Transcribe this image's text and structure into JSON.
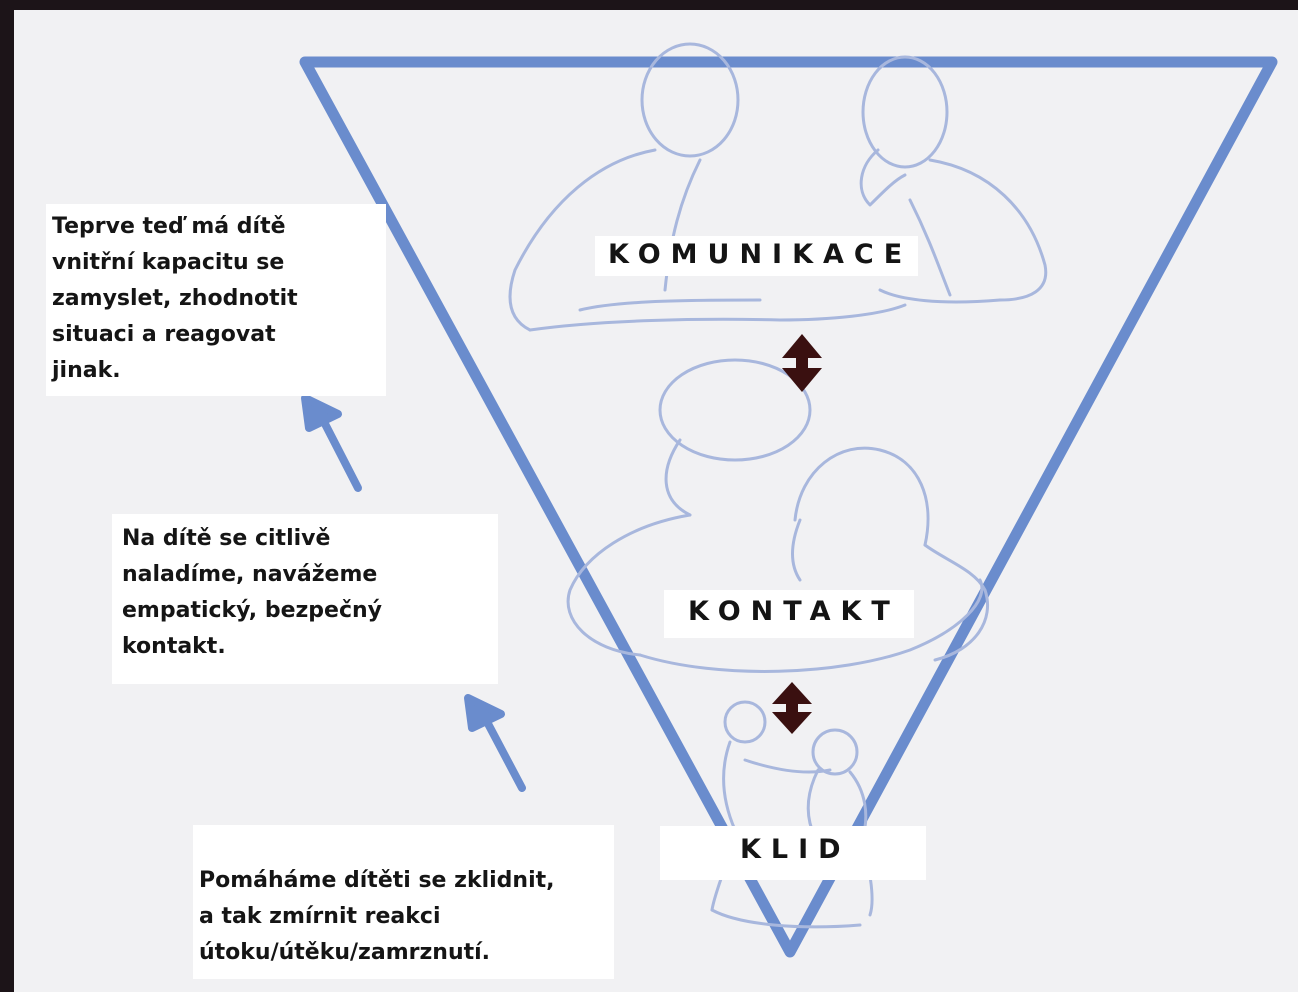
{
  "stages": [
    {
      "id": "komunikace",
      "label": "KOMUNIKACE"
    },
    {
      "id": "kontakt",
      "label": "KONTAKT"
    },
    {
      "id": "klid",
      "label": "KLID"
    }
  ],
  "notes": [
    {
      "id": "top",
      "text": "Teprve teď má dítě\nvnitřní kapacitu se\nzamyslet, zhodnotit\nsituaci a reagovat\njinak."
    },
    {
      "id": "middle",
      "text": "Na dítě se citlivě\nnaladíme, navážeme\nempatický, bezpečný\nkontakt."
    },
    {
      "id": "bottom",
      "text": "Pomáháme dítěti se zklidnit,\na tak zmírnit reakci\nútoku/útěku/zamrznutí."
    }
  ],
  "colors": {
    "triangle": "#6a8ccd",
    "figure_line": "#a8b7dd",
    "arrow_blue": "#6a8ccd",
    "double_arrow": "#3a1010",
    "panel": "#f1f1f3",
    "frame": "#1c1418"
  }
}
